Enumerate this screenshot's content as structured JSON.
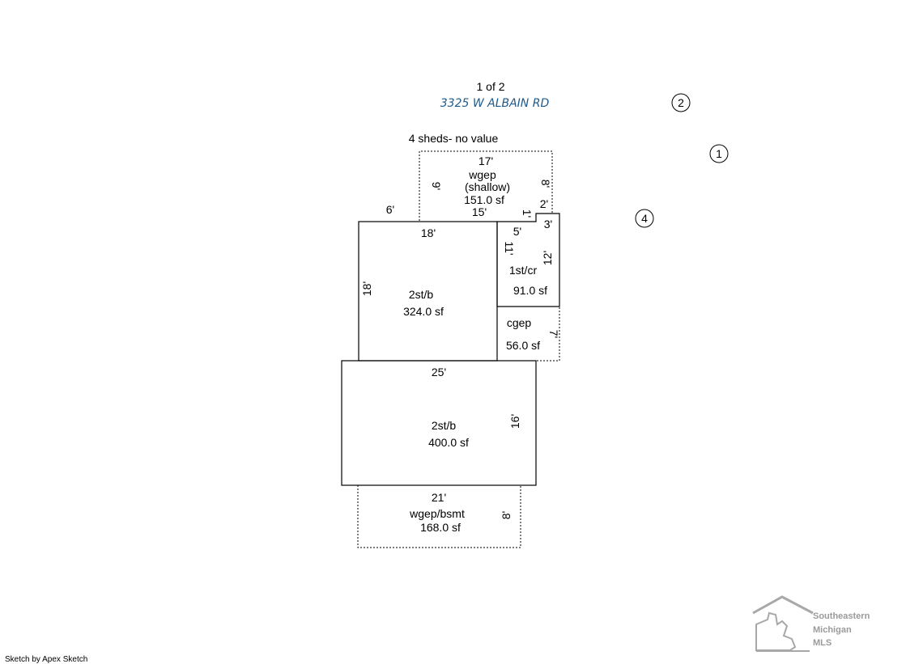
{
  "header": {
    "page_indicator": "1 of 2",
    "address": "3325 W ALBAIN RD"
  },
  "note": "4 sheds- no value",
  "markers": [
    "2",
    "1",
    "4"
  ],
  "areas": {
    "wgep_top": {
      "name": "wgep",
      "sub": "(shallow)",
      "area": "151.0 sf"
    },
    "cr": {
      "name": "1st/cr",
      "area": "91.0 sf"
    },
    "cgep": {
      "name": "cgep",
      "area": "56.0 sf"
    },
    "upper_b": {
      "name": "2st/b",
      "area": "324.0 sf"
    },
    "lower_b": {
      "name": "2st/b",
      "area": "400.0 sf"
    },
    "wgep_bsmt": {
      "name": "wgep/bsmt",
      "area": "168.0 sf"
    }
  },
  "dimensions": {
    "d17": "17'",
    "d9": "9'",
    "d8a": "8'",
    "d2": "2'",
    "d15": "15'",
    "d1": "1'",
    "d6": "6'",
    "d3": "3'",
    "d18top": "18'",
    "d5": "5'",
    "d11": "11'",
    "d12": "12'",
    "d18side": "18'",
    "d7": "7'",
    "d25": "25'",
    "d16": "16'",
    "d21": "21'",
    "d8b": "8'"
  },
  "footer": {
    "credit": "Sketch by Apex Sketch",
    "logo_line1": "Southeastern",
    "logo_line2": "Michigan",
    "logo_line3": "MLS"
  }
}
